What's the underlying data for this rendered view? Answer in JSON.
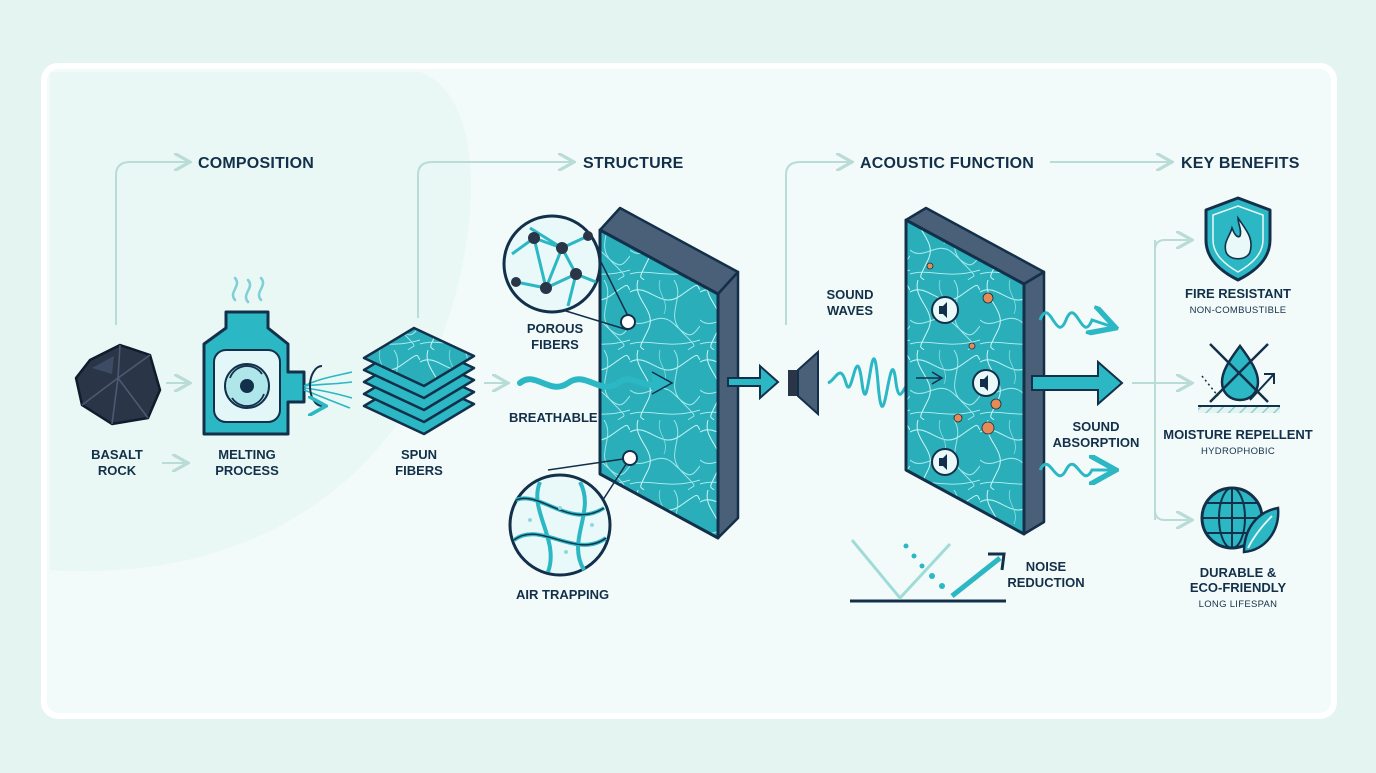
{
  "sections": {
    "composition": "COMPOSITION",
    "structure": "STRUCTURE",
    "acoustic_function": "ACOUSTIC FUNCTION",
    "key_benefits": "KEY BENEFITS"
  },
  "composition": {
    "basalt": [
      "BASALT",
      "ROCK"
    ],
    "melting": [
      "MELTING",
      "PROCESS"
    ],
    "spun": [
      "SPUN",
      "FIBERS"
    ]
  },
  "structure": {
    "porous": [
      "POROUS",
      "FIBERS"
    ],
    "breathable": "BREATHABLE",
    "air_trapping": "AIR TRAPPING"
  },
  "acoustic": {
    "sound_waves": [
      "SOUND",
      "WAVES"
    ],
    "sound_absorption": [
      "SOUND",
      "ABSORPTION"
    ],
    "noise_reduction": [
      "NOISE",
      "REDUCTION"
    ]
  },
  "benefits": [
    {
      "title": [
        "FIRE RESISTANT"
      ],
      "subtitle": "NON-COMBUSTIBLE",
      "icon": "flame-shield-icon"
    },
    {
      "title": [
        "MOISTURE REPELLENT"
      ],
      "subtitle": "HYDROPHOBIC",
      "icon": "water-drop-crossed-icon"
    },
    {
      "title": [
        "DURABLE &",
        "ECO-FRIENDLY"
      ],
      "subtitle": "LONG LIFESPAN",
      "icon": "globe-leaf-icon"
    }
  ],
  "colors": {
    "teal": "#2bb7c4",
    "dark_navy": "#13304a",
    "orange": "#e88a55",
    "background": "#e4f4f1"
  }
}
